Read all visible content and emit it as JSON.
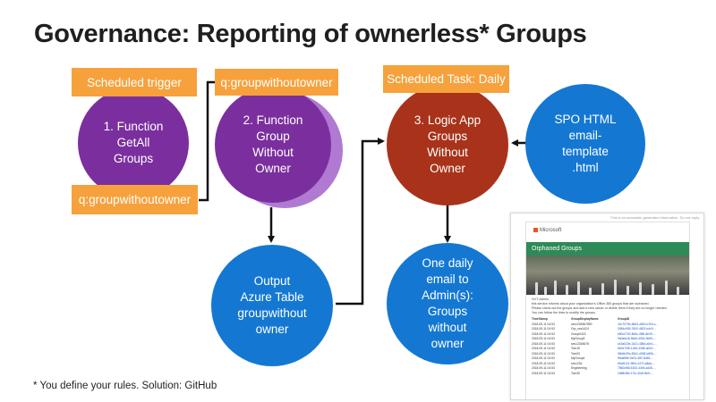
{
  "title": "Governance: Reporting of ownerless* Groups",
  "tags": {
    "scheduled_trigger": "Scheduled trigger",
    "queue_out": "q:groupwithoutowner",
    "queue_in": "q:groupwithoutowner",
    "scheduled_task": "Scheduled Task: Daily"
  },
  "nodes": {
    "function1": [
      "1. Function",
      "GetAll",
      "Groups"
    ],
    "function2": [
      "2. Function",
      "Group",
      "Without",
      "Owner"
    ],
    "logic_app": [
      "3. Logic App",
      "Groups",
      "Without",
      "Owner"
    ],
    "spo_template": [
      "SPO HTML",
      "email-",
      "template",
      ".html"
    ],
    "output_table": [
      "Output",
      "Azure Table",
      "groupwithout",
      "owner"
    ],
    "daily_email": [
      "One daily",
      "email  to",
      "Admin(s):",
      "Groups",
      "without",
      "owner"
    ]
  },
  "footnote": "* You  define your rules. Solution: GitHub",
  "email_preview": {
    "header_note": "This is an automatic generated information. Do not reply.",
    "brand": "Microsoft",
    "banner": "Orphaned Groups",
    "greeting": "Hi IT-Admin,",
    "body1": "this service informs about your organization's Office 365 groups that are orphaned.",
    "body2": "Please check out the groups and add a new owner or delete them if they are no longer needed.",
    "body3": "You can follow the links to modify the groups.",
    "columns": [
      "TimeStamp",
      "GroupDisplayName",
      "GroupID"
    ],
    "rows": [
      [
        "2018-09-11 04:53",
        "ces1234567890",
        "42c7070b-5663-4549-b7b3-c..."
      ],
      [
        "2018-09-11 04:53",
        "Grp_ces1424",
        "0084c905-7600-4802-b4c9-..."
      ],
      [
        "2018-09-11 04:53",
        "Group0415",
        "e80c0792-8e8c-49fb-8e09-..."
      ],
      [
        "2018-09-11 04:53",
        "MyGroup3",
        "9a0afa16-56a3-4964-9d0b-..."
      ],
      [
        "2018-09-11 04:53",
        "ces12345678",
        "c43a023e-2421-485d-a0e1-..."
      ],
      [
        "2018-09-11 04:53",
        "Tom19",
        "8e0e72f5-13e5-4288-a0e3-..."
      ],
      [
        "2018-09-11 04:53",
        "Tom03",
        "96b6b29c-83d1-4098-b69b-..."
      ],
      [
        "2018-09-11 04:53",
        "MyGroup4",
        "f9ba65fb-9e01-4ff2-8d45-..."
      ],
      [
        "2018-09-11 04:53",
        "ces1234",
        "69cf8121-f694-4470-a8da-..."
      ],
      [
        "2018-09-11 04:53",
        "Engineering",
        "7560cf58-5163-4494-ad36-..."
      ],
      [
        "2018-09-11 04:53",
        "Tom30",
        "2d8fb38e-17fc-40df-9fc5-..."
      ]
    ]
  },
  "colors": {
    "purple": "#7b2f9e",
    "purple_shadow": "#b07ad2",
    "blue": "#1478d3",
    "red": "#a8331a",
    "orange": "#f7a13c"
  }
}
